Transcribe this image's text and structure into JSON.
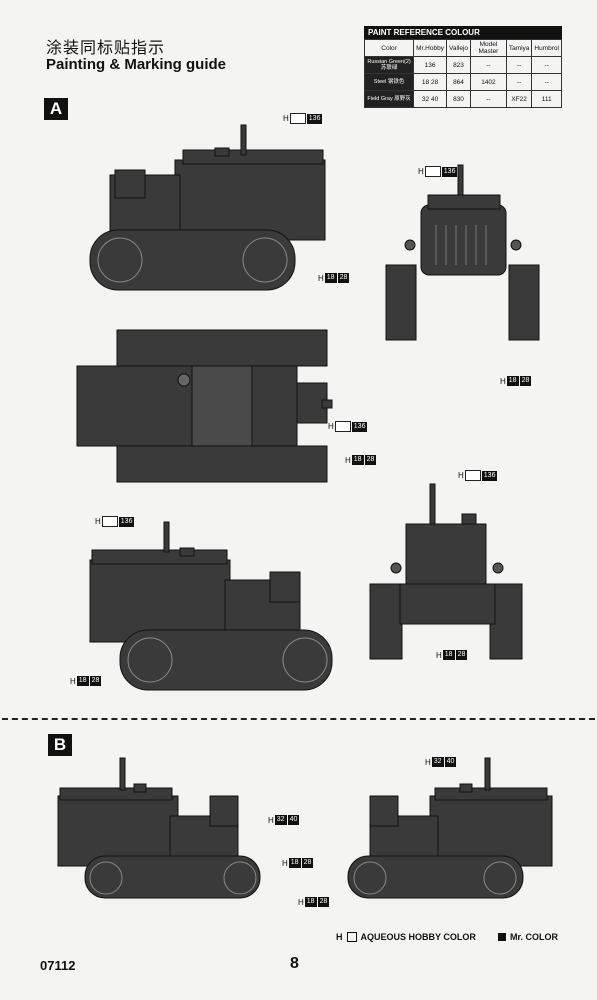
{
  "heading": {
    "cn": "涂装同标贴指示",
    "en": "Painting & Marking guide"
  },
  "paint_table": {
    "title": "PAINT REFERENCE COLOUR",
    "columns": [
      "Color",
      "Mr.Hobby",
      "Vallejo",
      "Model Master",
      "Tamiya",
      "Humbrol"
    ],
    "rows": [
      {
        "color": "Russian Green(2) 苏联绿",
        "mrhobby": "136",
        "vallejo": "823",
        "modelmaster": "--",
        "tamiya": "--",
        "humbrol": "--"
      },
      {
        "color": "Steel 钢铁色",
        "mrhobby": "18 28",
        "vallejo": "864",
        "modelmaster": "1402",
        "tamiya": "--",
        "humbrol": "--"
      },
      {
        "color": "Field Gray 原野灰",
        "mrhobby": "32 40",
        "vallejo": "830",
        "modelmaster": "--",
        "tamiya": "XF22",
        "humbrol": "111"
      }
    ]
  },
  "sections": {
    "a": "A",
    "b": "B"
  },
  "codes": {
    "green": "136",
    "steel_a": "18",
    "steel_b": "28",
    "gray_a": "32",
    "gray_b": "40"
  },
  "legend": {
    "aqueous": "AQUEOUS HOBBY COLOR",
    "mr": "Mr. COLOR"
  },
  "footer": {
    "model": "07112",
    "page": "8"
  },
  "colors": {
    "ink": "#111111",
    "paper": "#f4f4f2",
    "tractor": "#3a3a3a"
  }
}
